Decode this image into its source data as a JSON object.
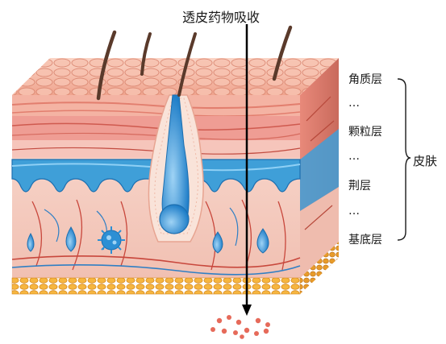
{
  "title": "透皮药物吸收",
  "layers": [
    "角质层",
    "…",
    "颗粒层",
    "…",
    "荆层",
    "…",
    "基底层"
  ],
  "group_label": "皮肤",
  "colors": {
    "corneum": "#f2b6a6",
    "epidermis_pink": "#f5a9a3",
    "blue_layer": "#3f9fd8",
    "dermis": "#f7d3c9",
    "fat": "#f2a93b",
    "hair": "#5a3a2b",
    "drug_dot": "#e66a5a"
  }
}
